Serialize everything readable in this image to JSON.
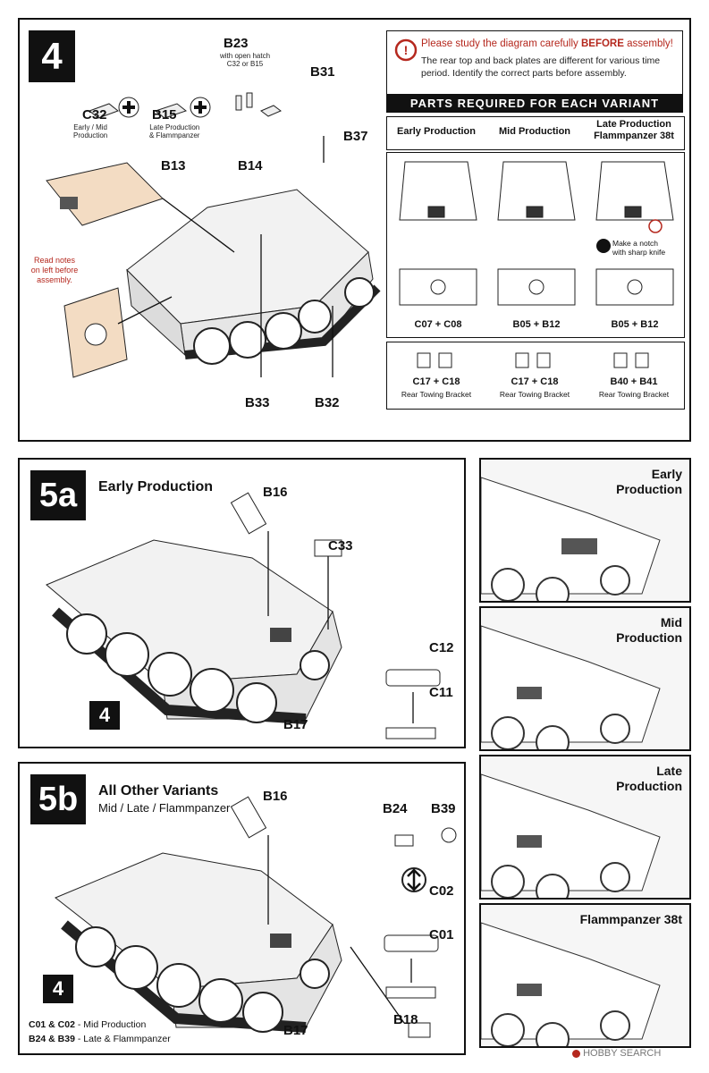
{
  "step4": {
    "number": "4",
    "parts": {
      "c32": {
        "code": "C32",
        "note": "Early / Mid\nProduction"
      },
      "b15": {
        "code": "B15",
        "note": "Late Production\n& Flammpanzer"
      },
      "b23": {
        "code": "B23",
        "note": "with open hatch\nC32 or B15"
      },
      "b31": {
        "code": "B31"
      },
      "b37": {
        "code": "B37"
      },
      "b13": {
        "code": "B13"
      },
      "b14": {
        "code": "B14"
      },
      "b33": {
        "code": "B33"
      },
      "b32": {
        "code": "B32"
      }
    },
    "read_notes": "Read notes\non left before\nassembly.",
    "warning": {
      "title_prefix": "Please study the diagram carefully ",
      "title_emph": "BEFORE",
      "title_suffix": " assembly!",
      "body": "The rear top and back plates are different for various time period.  Identify the correct parts before assembly."
    },
    "parts_required_header": "PARTS REQUIRED FOR EACH VARIANT",
    "variants": [
      "Early Production",
      "Mid Production",
      "Late Production\nFlammpanzer 38t"
    ],
    "notch_note": "Make a notch\nwith sharp knife",
    "plate_parts": [
      "C07 + C08",
      "B05 + B12",
      "B05 + B12"
    ],
    "bracket_parts": [
      "C17 + C18",
      "C17 + C18",
      "B40 + B41"
    ],
    "bracket_label": "Rear Towing Bracket"
  },
  "step5a": {
    "number": "5a",
    "title": "Early Production",
    "ref": "4",
    "parts": {
      "b16": "B16",
      "c33": "C33",
      "c12": "C12",
      "c11": "C11",
      "b17": "B17"
    }
  },
  "step5b": {
    "number": "5b",
    "title": "All Other Variants",
    "subtitle": "Mid / Late / Flammpanzer",
    "ref": "4",
    "parts": {
      "b16": "B16",
      "b24": "B24",
      "b39": "B39",
      "c02": "C02",
      "c01": "C01",
      "b18": "B18",
      "b17": "B17"
    },
    "notes": [
      {
        "parts": "C01 & C02",
        "desc": "- Mid Production"
      },
      {
        "parts": "B24 & B39",
        "desc": "- Late & Flammpanzer"
      }
    ]
  },
  "side_views": [
    "Early\nProduction",
    "Mid\nProduction",
    "Late\nProduction",
    "Flammpanzer 38t"
  ],
  "watermark": "HOBBY SEARCH",
  "colors": {
    "accent": "#b5281e",
    "panel_bg": "#f3dcc3",
    "ink": "#111111"
  }
}
